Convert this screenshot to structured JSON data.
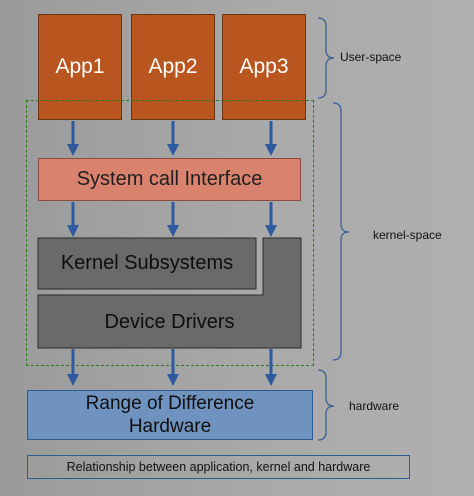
{
  "apps": [
    "App1",
    "App2",
    "App3"
  ],
  "system_call_interface": "System call Interface",
  "kernel_subsystems": "Kernel Subsystems",
  "device_drivers": "Device Drivers",
  "hardware_box": {
    "line1": "Range of Difference",
    "line2": "Hardware"
  },
  "side_labels": {
    "user_space": "User-space",
    "kernel_space": "kernel-space",
    "hardware": "hardware"
  },
  "caption": "Relationship between application, kernel and hardware",
  "colors": {
    "app_fill": "#b9561f",
    "sci_fill": "#d9826d",
    "kernel_fill": "#6a6a6a",
    "hardware_fill": "#6f92bf",
    "arrow": "#2f5aa0",
    "kernel_outline": "#2f7a1e"
  }
}
